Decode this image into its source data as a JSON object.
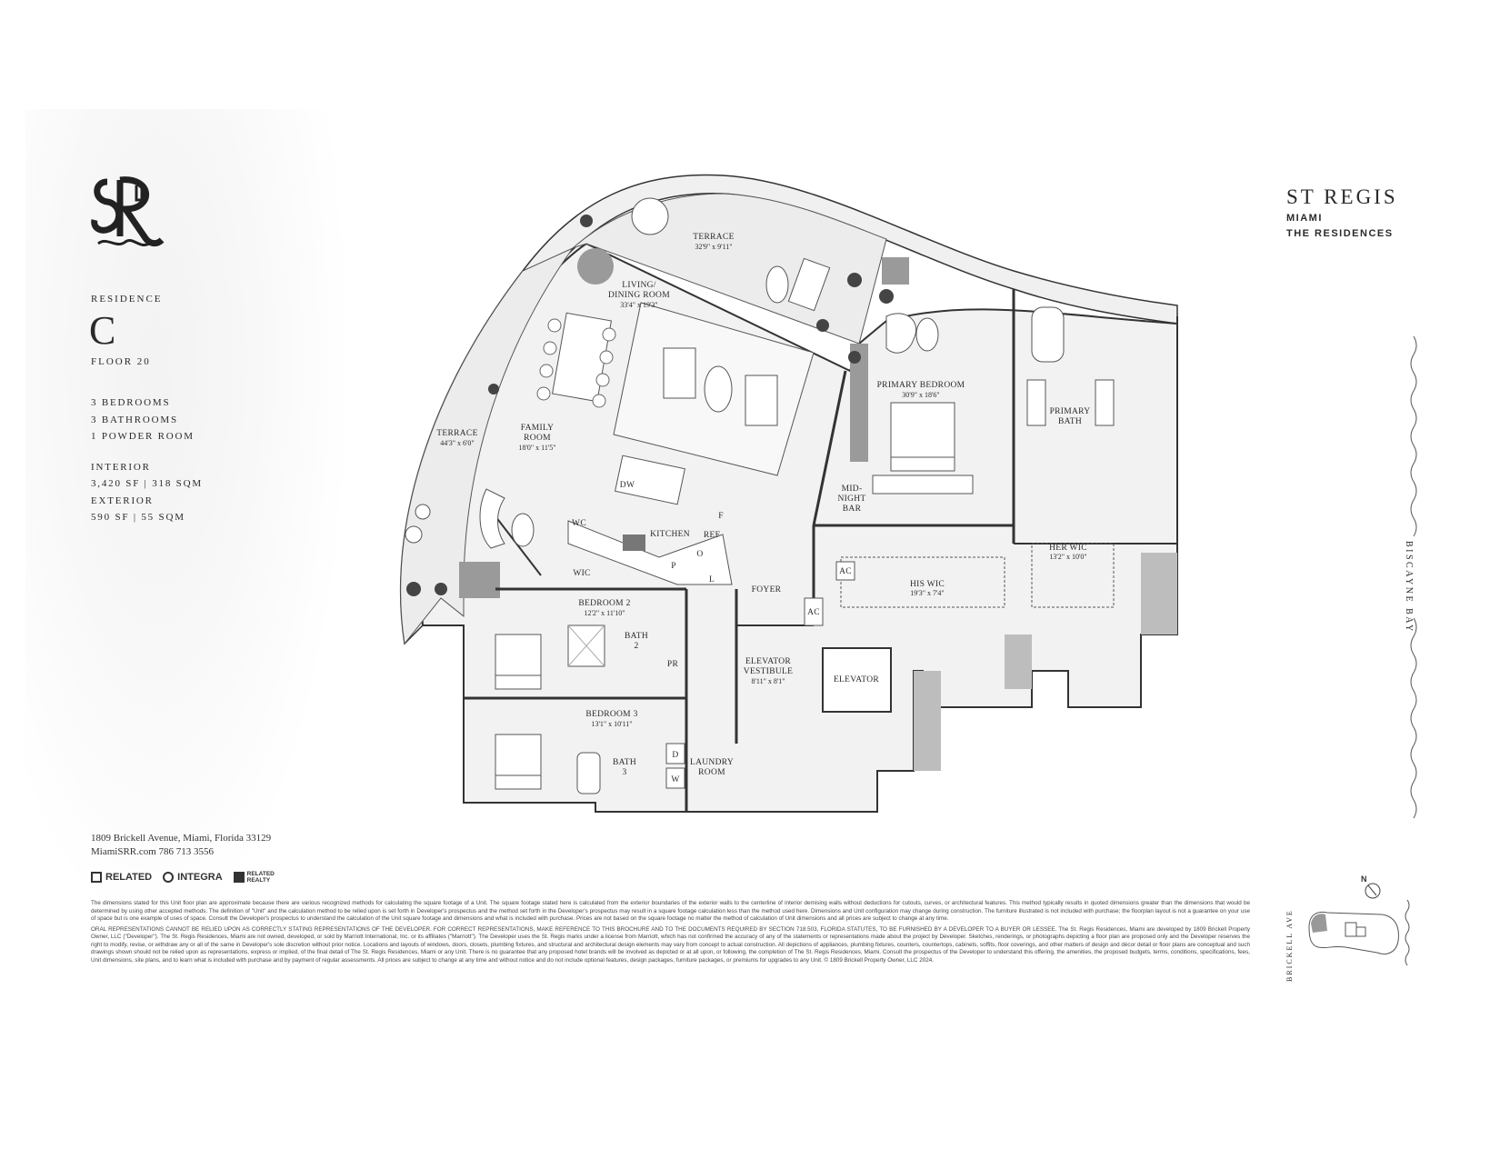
{
  "residence": {
    "label": "RESIDENCE",
    "letter": "C",
    "floor": "FLOOR 20",
    "bedrooms": "3 BEDROOMS",
    "bathrooms": "3 BATHROOMS",
    "powder": "1 POWDER ROOM",
    "interior_label": "INTERIOR",
    "interior_value": "3,420 SF | 318 SQM",
    "exterior_label": "EXTERIOR",
    "exterior_value": "590 SF | 55 SQM"
  },
  "contact": {
    "address": "1809 Brickell Avenue, Miami, Florida 33129",
    "web_phone": "MiamiSRR.com  786 713 3556"
  },
  "developers": [
    "RELATED",
    "INTEGRA",
    "RELATED",
    "REALTY"
  ],
  "brand": {
    "name": "ST REGIS",
    "sub1": "MIAMI",
    "sub2": "THE RESIDENCES"
  },
  "orientation": {
    "bay": "BISCAYNE BAY",
    "avenue": "BRICKELL AVE",
    "north": "N"
  },
  "rooms": {
    "terrace_top": {
      "name": "TERRACE",
      "dim": "32'9\" x 9'11\""
    },
    "living": {
      "name1": "LIVING/",
      "name2": "DINING ROOM",
      "dim": "33'4\" x 19'3\""
    },
    "terrace_left": {
      "name": "TERRACE",
      "dim": "44'3\" x 6'0\""
    },
    "family": {
      "name1": "FAMILY",
      "name2": "ROOM",
      "dim": "18'0\" x 11'5\""
    },
    "primary_bed": {
      "name": "PRIMARY BEDROOM",
      "dim": "30'9\" x 18'6\""
    },
    "primary_bath": {
      "name1": "PRIMARY",
      "name2": "BATH"
    },
    "midnight": {
      "name1": "MID-",
      "name2": "NIGHT",
      "name3": "BAR"
    },
    "kitchen": {
      "name": "KITCHEN"
    },
    "dw": "DW",
    "wc": "WC",
    "wic": "WIC",
    "ref": "REF",
    "f": "F",
    "o": "O",
    "p": "P",
    "l": "L",
    "foyer": "FOYER",
    "her_wic": {
      "name": "HER WIC",
      "dim": "13'2\" x 10'0\""
    },
    "his_wic": {
      "name": "HIS WIC",
      "dim": "19'3\" x 7'4\""
    },
    "ac": "AC",
    "bedroom2": {
      "name": "BEDROOM 2",
      "dim": "12'2\" x 11'10\""
    },
    "bath2": {
      "name1": "BATH",
      "name2": "2"
    },
    "pr": "PR",
    "elev_vest": {
      "name1": "ELEVATOR",
      "name2": "VESTIBULE",
      "dim": "8'11\" x 8'1\""
    },
    "elevator": "ELEVATOR",
    "bedroom3": {
      "name": "BEDROOM 3",
      "dim": "13'1\" x 10'11\""
    },
    "bath3": {
      "name1": "BATH",
      "name2": "3"
    },
    "d": "D",
    "w": "W",
    "laundry": {
      "name1": "LAUNDRY",
      "name2": "ROOM"
    }
  },
  "disclaimer": {
    "p1": "The dimensions stated for this Unit floor plan are approximate because there are various recognized methods for calculating the square footage of a Unit. The square footage stated here is calculated from the exterior boundaries of the exterior walls to the centerline of interior demising walls without deductions for cutouts, curves, or architectural features. This method typically results in quoted dimensions greater than the dimensions that would be determined by using other accepted methods. The definition of \"Unit\" and the calculation method to be relied upon is set forth in Developer's prospectus and the method set forth in the Developer's prospectus may result in a square footage calculation less than the method used here. Dimensions and Unit configuration may change during construction. The furniture illustrated is not included with purchase; the floorplan layout is not a guarantee on your use of space but is one example of uses of space. Consult the Developer's prospectus to understand the calculation of the Unit square footage and dimensions and what is included with purchase. Prices are not based on the square footage no matter the method of calculation of Unit dimensions and all prices are subject to change at any time.",
    "p2": "ORAL REPRESENTATIONS CANNOT BE RELIED UPON AS CORRECTLY STATING REPRESENTATIONS OF THE DEVELOPER. FOR CORRECT REPRESENTATIONS, MAKE REFERENCE TO THIS BROCHURE AND TO THE DOCUMENTS REQUIRED BY SECTION 718.503, FLORIDA STATUTES, TO BE FURNISHED BY A DEVELOPER TO A BUYER OR LESSEE. The St. Regis Residences, Miami are developed by 1809 Brickell Property Owner, LLC (\"Developer\"). The St. Regis Residences, Miami are not owned, developed, or sold by Marriott International, Inc. or its affiliates (\"Marriott\"). The Developer uses the St. Regis marks under a license from Marriott, which has not confirmed the accuracy of any of the statements or representations made about the project by Developer. Sketches, renderings, or photographs depicting a floor plan are proposed only and the Developer reserves the right to modify, revise, or withdraw any or all of the same in Developer's sole discretion without prior notice. Locations and layouts of windows, doors, closets, plumbing fixtures, and structural and architectural design elements may vary from concept to actual construction. All depictions of appliances, plumbing fixtures, counters, countertops, cabinets, soffits, floor coverings, and other matters of design and décor detail or floor plans are conceptual and such drawings shown should not be relied upon as representations, express or implied, of the final detail of The St. Regis Residences, Miami or any Unit. There is no guarantee that any proposed hotel brands will be involved as depicted or at all upon, or following, the completion of The St. Regis Residences, Miami. Consult the prospectus of the Developer to understand this offering, the amenities, the proposed budgets, terms, conditions, specifications, fees, Unit dimensions, site plans, and to learn what is included with purchase and by payment of regular assessments. All prices are subject to change at any time and without notice and do not include optional features, design packages, furniture packages, or premiums for upgrades to any Unit. © 1809 Brickell Property Owner, LLC 2024."
  }
}
